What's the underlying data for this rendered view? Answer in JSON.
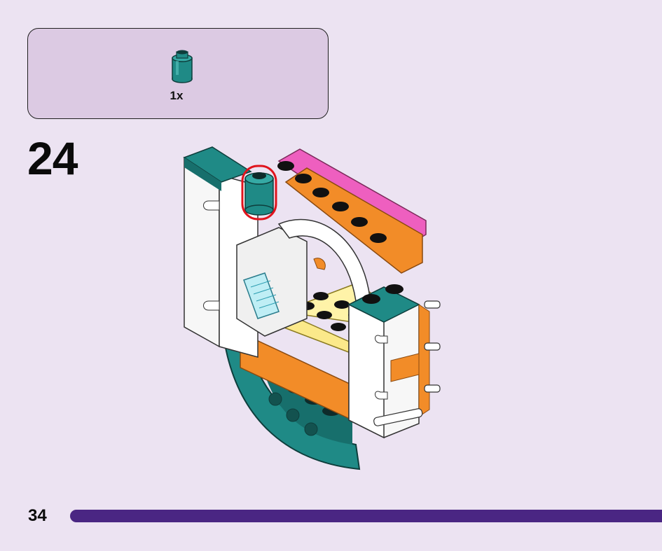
{
  "parts_callout": {
    "quantity": "1x",
    "part_icon": "round-brick-1x1-teal-icon",
    "part_color": "#1f8a86"
  },
  "step": {
    "number": "24"
  },
  "model_illustration": {
    "icon": "build-model-illustration",
    "highlight_color": "#e0141d",
    "colors": {
      "teal": "#1f8a86",
      "magenta": "#ee5fbf",
      "orange": "#f28c28",
      "yellow": "#fbe98a",
      "white": "#f7f7f7",
      "light_blue": "#bfeef5"
    }
  },
  "footer": {
    "page_number": "34",
    "bar_color": "#4a2683"
  }
}
